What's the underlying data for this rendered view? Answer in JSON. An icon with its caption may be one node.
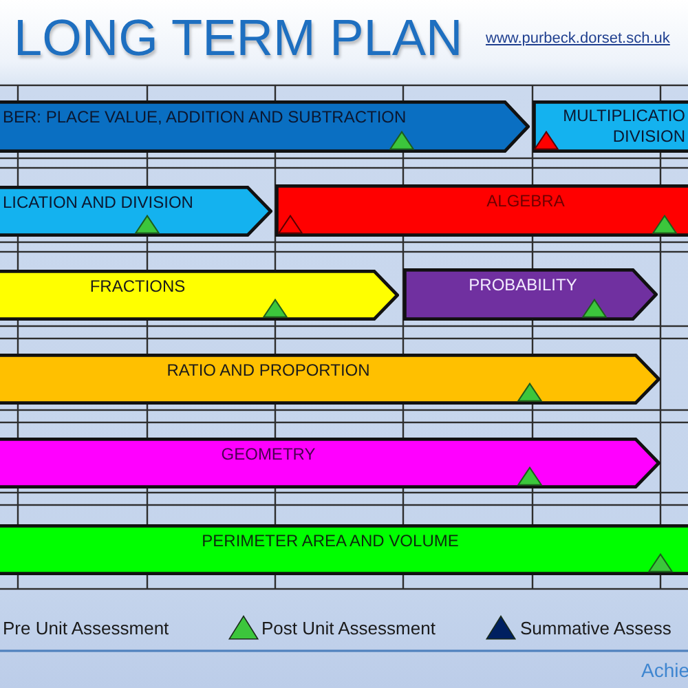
{
  "diagram": {
    "title": "LONG TERM PLAN",
    "nodes": [
      {
        "text": [
          "BER: PLACE VALUE, ADDITION AND SUBTRACTION"
        ]
      },
      {
        "text": [
          "MULTIPLICATIO DIVISION"
        ]
      },
      {
        "text": [
          "LICATION AND DIVISION"
        ]
      },
      {
        "text": [
          "ALGEBRA"
        ]
      },
      {
        "text": [
          "FRACTIONS"
        ]
      },
      {
        "text": [
          "PROBABILITY"
        ]
      },
      {
        "text": [
          "RATIO AND PROPORTION"
        ]
      },
      {
        "text": [
          "GEOMETRY"
        ]
      },
      {
        "text": [
          "PERIMETER AREA AND VOLUME"
        ]
      }
    ],
    "labels": [
      "www.purbeck.dorset.sch.uk",
      "Achie"
    ],
    "legend": [
      {
        "text": "Pre Unit Assessment"
      },
      {
        "text": "Post Unit Assessment",
        "color": "#3cc63c"
      },
      {
        "text": "Summative Assess",
        "color": "#002060"
      }
    ]
  }
}
